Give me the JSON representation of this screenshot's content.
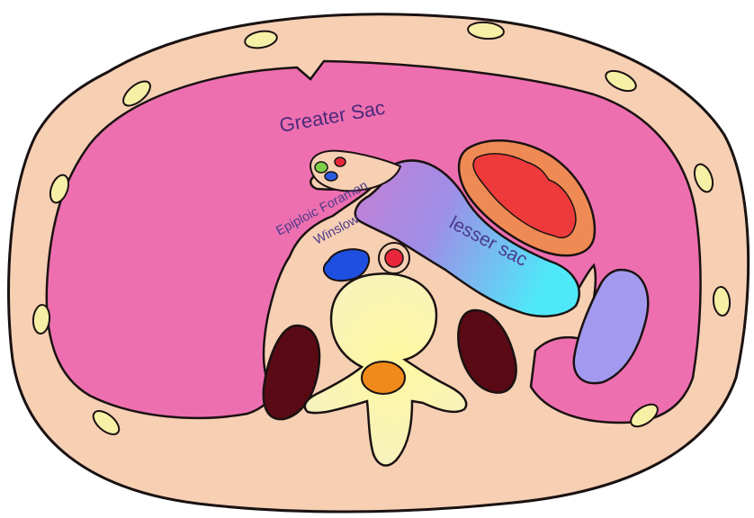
{
  "diagram": {
    "labels": {
      "greater_sac": "Greater Sac",
      "epiploic_foramen_line1": "Epiploic Foramen",
      "epiploic_foramen_line2": "Winslow",
      "lesser_sac": "lesser sac"
    },
    "colors": {
      "body_wall": "#f7cfb3",
      "peritoneal_cavity": "#ee6fb0",
      "lesser_sac_start": "#b07ad6",
      "lesser_sac_end": "#4fe6f7",
      "stomach_outer": "#f08a55",
      "stomach_inner": "#ee3a3a",
      "spleen": "#a39af0",
      "kidney": "#5a0a14",
      "vertebra": "#f7f3b0",
      "spinal_cord": "#f08a1a",
      "ivc": "#1e4fe0",
      "aorta": "#e8283a",
      "rib_ovals": "#f5f0a6",
      "outline": "#1a1212"
    }
  }
}
